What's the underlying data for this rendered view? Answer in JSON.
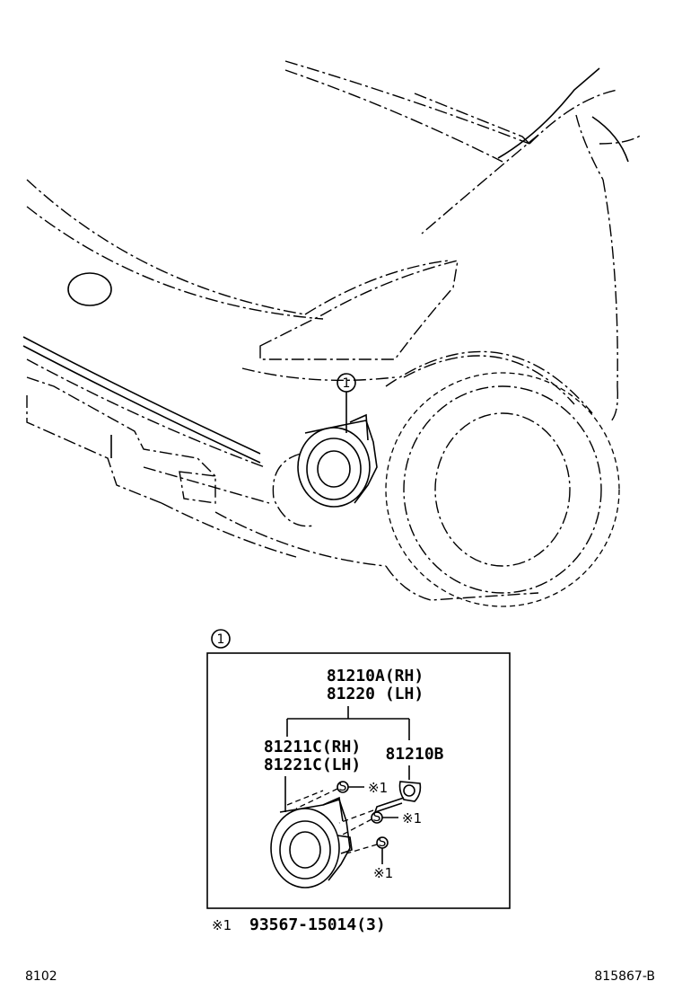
{
  "callout": {
    "main_marker": "1",
    "detail_marker": "1"
  },
  "assembly": {
    "line1": "81210A(RH)",
    "line2": "81220 (LH)"
  },
  "housing": {
    "line1": "81211C(RH)",
    "line2": "81221C(LH)"
  },
  "bulb": {
    "part": "81210B"
  },
  "screw": {
    "symbol": "S"
  },
  "screw_refs": {
    "ref1": "※1",
    "ref2": "※1",
    "ref3": "※1"
  },
  "footnote": {
    "mark": "※1",
    "part": "93567-15014(3)"
  },
  "corners": {
    "left": "8102",
    "right": "815867-B"
  }
}
